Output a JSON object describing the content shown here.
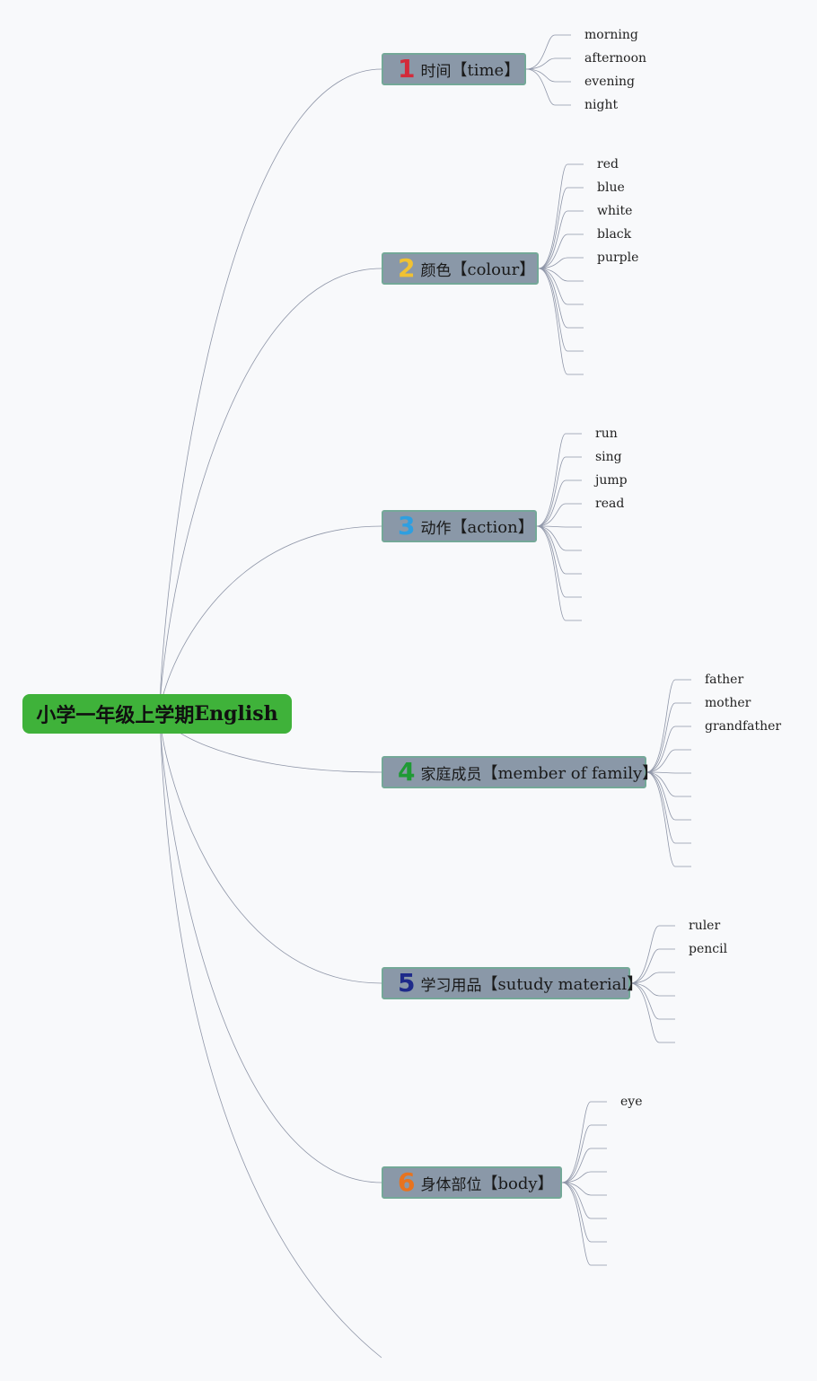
{
  "root": {
    "title_zh": "小学一年级上学期",
    "title_en": "English"
  },
  "colors": {
    "root_bg": "#3fb23a",
    "branch_bg": "#8a98a8",
    "branch_border": "#74a898",
    "line": "#8f96a8"
  },
  "branches": [
    {
      "num": "1",
      "num_color": "#d42a3a",
      "label_zh": "时间",
      "label_en": "【time】",
      "leaves": [
        "morning",
        "afternoon",
        "evening",
        "night"
      ]
    },
    {
      "num": "2",
      "num_color": "#f1c232",
      "label_zh": "颜色",
      "label_en": "【colour】",
      "leaves": [
        "red",
        "blue",
        "white",
        "black",
        "purple",
        "",
        "",
        "",
        "",
        ""
      ]
    },
    {
      "num": "3",
      "num_color": "#2f9fe0",
      "label_zh": "动作",
      "label_en": "【action】",
      "leaves": [
        "run",
        "sing",
        "jump",
        "read",
        "",
        "",
        "",
        "",
        ""
      ]
    },
    {
      "num": "4",
      "num_color": "#1f9a35",
      "label_zh": "家庭成员",
      "label_en": "【member of family】",
      "leaves": [
        "father",
        "mother",
        "grandfather",
        "",
        "",
        "",
        "",
        "",
        ""
      ]
    },
    {
      "num": "5",
      "num_color": "#1e2a8a",
      "label_zh": "学习用品",
      "label_en": "【sutudy material】",
      "leaves": [
        "ruler",
        "pencil",
        "",
        "",
        "",
        ""
      ]
    },
    {
      "num": "6",
      "num_color": "#e8731e",
      "label_zh": "身体部位",
      "label_en": "【body】",
      "leaves": [
        "eye",
        "",
        "",
        "",
        "",
        "",
        "",
        ""
      ]
    }
  ]
}
